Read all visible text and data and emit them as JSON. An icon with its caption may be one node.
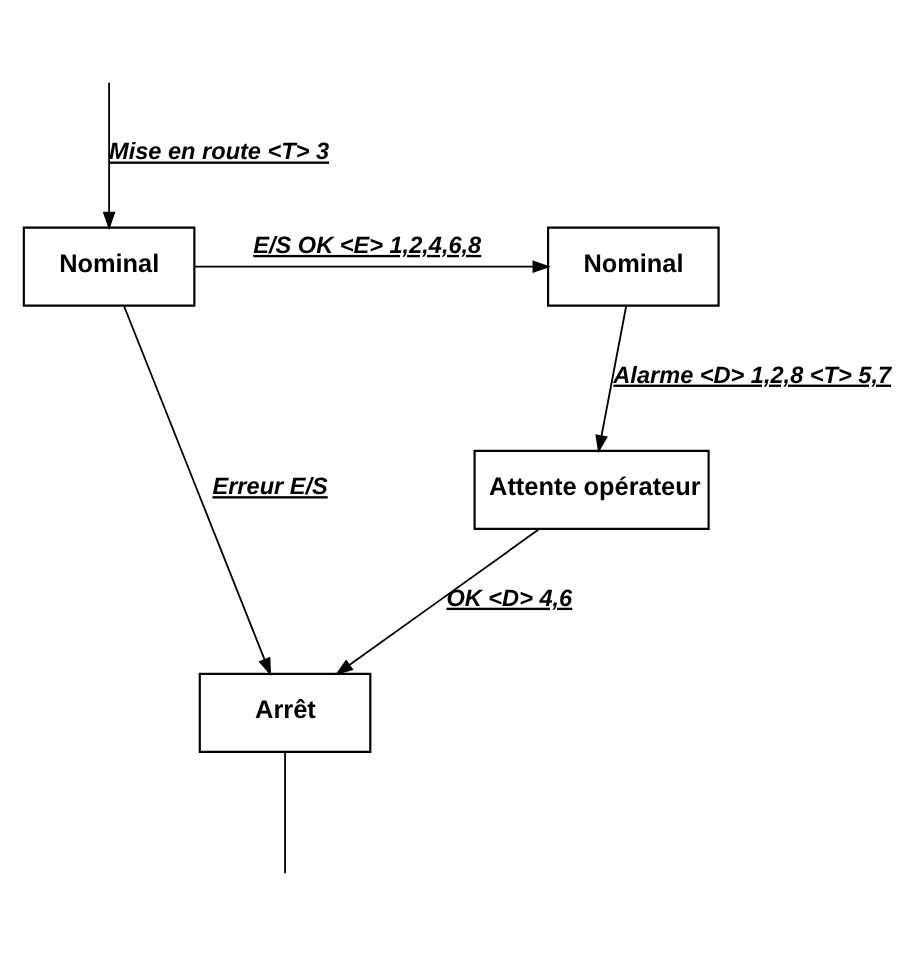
{
  "diagram": {
    "nodes": [
      {
        "text": [
          "Nominal"
        ]
      },
      {
        "text": [
          "Nominal"
        ]
      },
      {
        "text": [
          "Attente opérateur"
        ]
      },
      {
        "text": [
          "Arrêt"
        ]
      }
    ],
    "edges": [
      {
        "from": null,
        "to": 0,
        "arrow": "to",
        "label": "Mise en route <T> 3"
      },
      {
        "from": 0,
        "to": 1,
        "arrow": "to",
        "label": "E/S OK <E> 1,2,4,6,8"
      },
      {
        "from": 1,
        "to": 2,
        "arrow": "to",
        "label": "Alarme <D> 1,2,8 <T> 5,7"
      },
      {
        "from": 2,
        "to": 3,
        "arrow": "to",
        "label": "OK <D> 4,6"
      },
      {
        "from": 0,
        "to": 3,
        "arrow": "to",
        "label": "Erreur E/S"
      },
      {
        "from": 3,
        "to": null,
        "arrow": "none"
      }
    ]
  }
}
